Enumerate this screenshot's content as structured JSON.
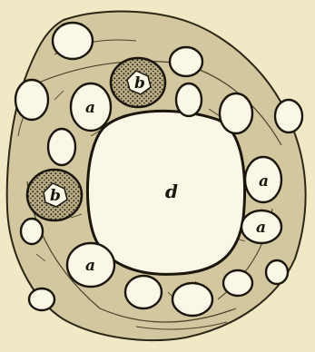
{
  "figure": {
    "colors": {
      "paper": "#f1e9c5",
      "tissue": "#d6cba4",
      "ink": "#1a160c",
      "lumen": "#fbf7e6"
    },
    "labels": {
      "central_cell": "d",
      "small_cell": "a",
      "dotted_cell": "b"
    }
  }
}
